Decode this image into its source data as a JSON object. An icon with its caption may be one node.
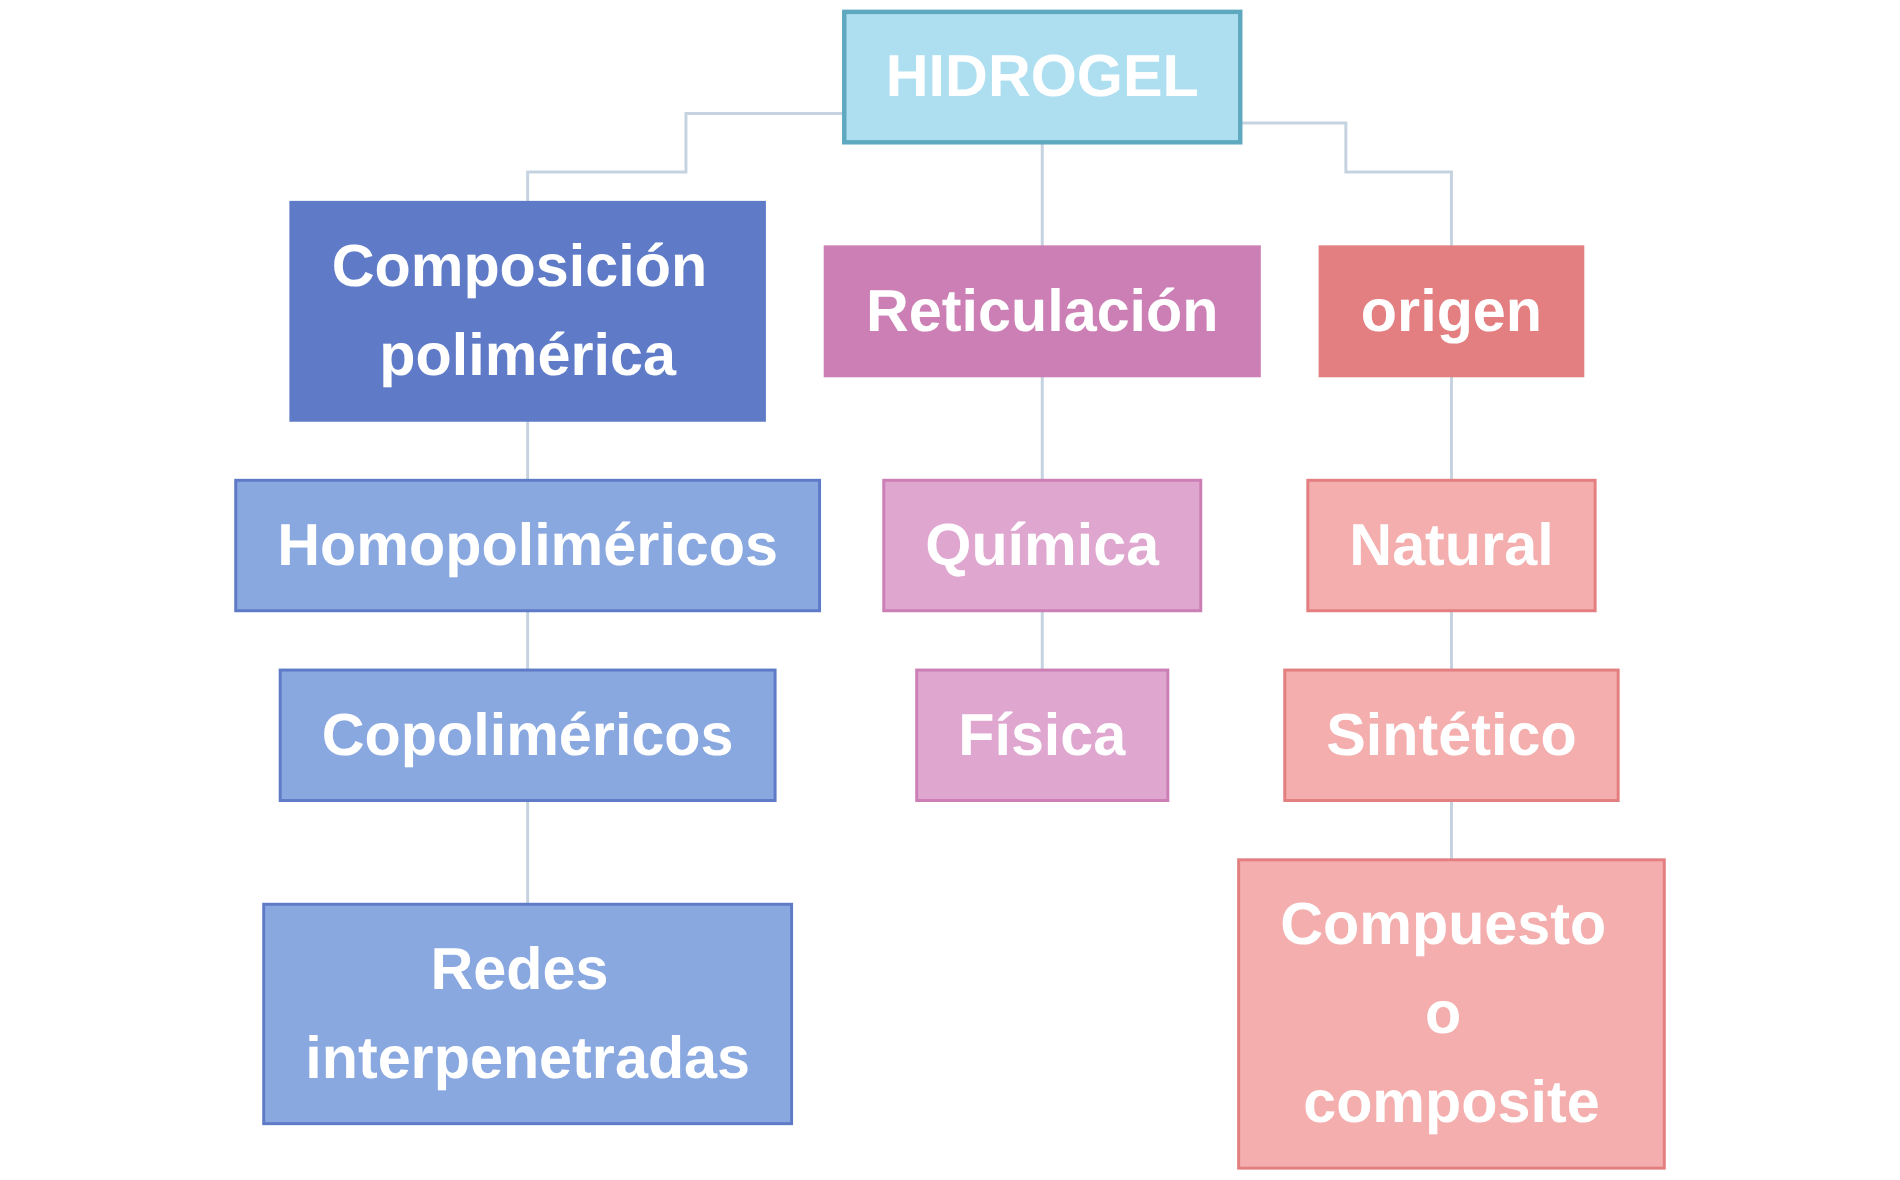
{
  "diagram": {
    "nodes": [
      {
        "text": [
          "HIDROGEL"
        ]
      },
      {
        "text": [
          "Composición polimérica"
        ]
      },
      {
        "text": [
          "Reticulación"
        ]
      },
      {
        "text": [
          "origen"
        ]
      },
      {
        "text": [
          "Homopoliméricos"
        ]
      },
      {
        "text": [
          "Química"
        ]
      },
      {
        "text": [
          "Natural"
        ]
      },
      {
        "text": [
          "Copoliméricos"
        ]
      },
      {
        "text": [
          "Física"
        ]
      },
      {
        "text": [
          "Sintético"
        ]
      },
      {
        "text": [
          "Redes interpenetradas"
        ]
      },
      {
        "text": [
          "Compuesto o composite"
        ]
      }
    ],
    "edges": [
      {
        "from": 0,
        "to": 1,
        "arrow": "none"
      },
      {
        "from": 0,
        "to": 2,
        "arrow": "none"
      },
      {
        "from": 0,
        "to": 3,
        "arrow": "none"
      },
      {
        "from": 1,
        "to": 4,
        "arrow": "none"
      },
      {
        "from": 4,
        "to": 7,
        "arrow": "none"
      },
      {
        "from": 7,
        "to": 10,
        "arrow": "none"
      },
      {
        "from": 2,
        "to": 5,
        "arrow": "none"
      },
      {
        "from": 5,
        "to": 8,
        "arrow": "none"
      },
      {
        "from": 3,
        "to": 6,
        "arrow": "none"
      },
      {
        "from": 6,
        "to": 9,
        "arrow": "none"
      },
      {
        "from": 9,
        "to": 11,
        "arrow": "none"
      }
    ]
  }
}
